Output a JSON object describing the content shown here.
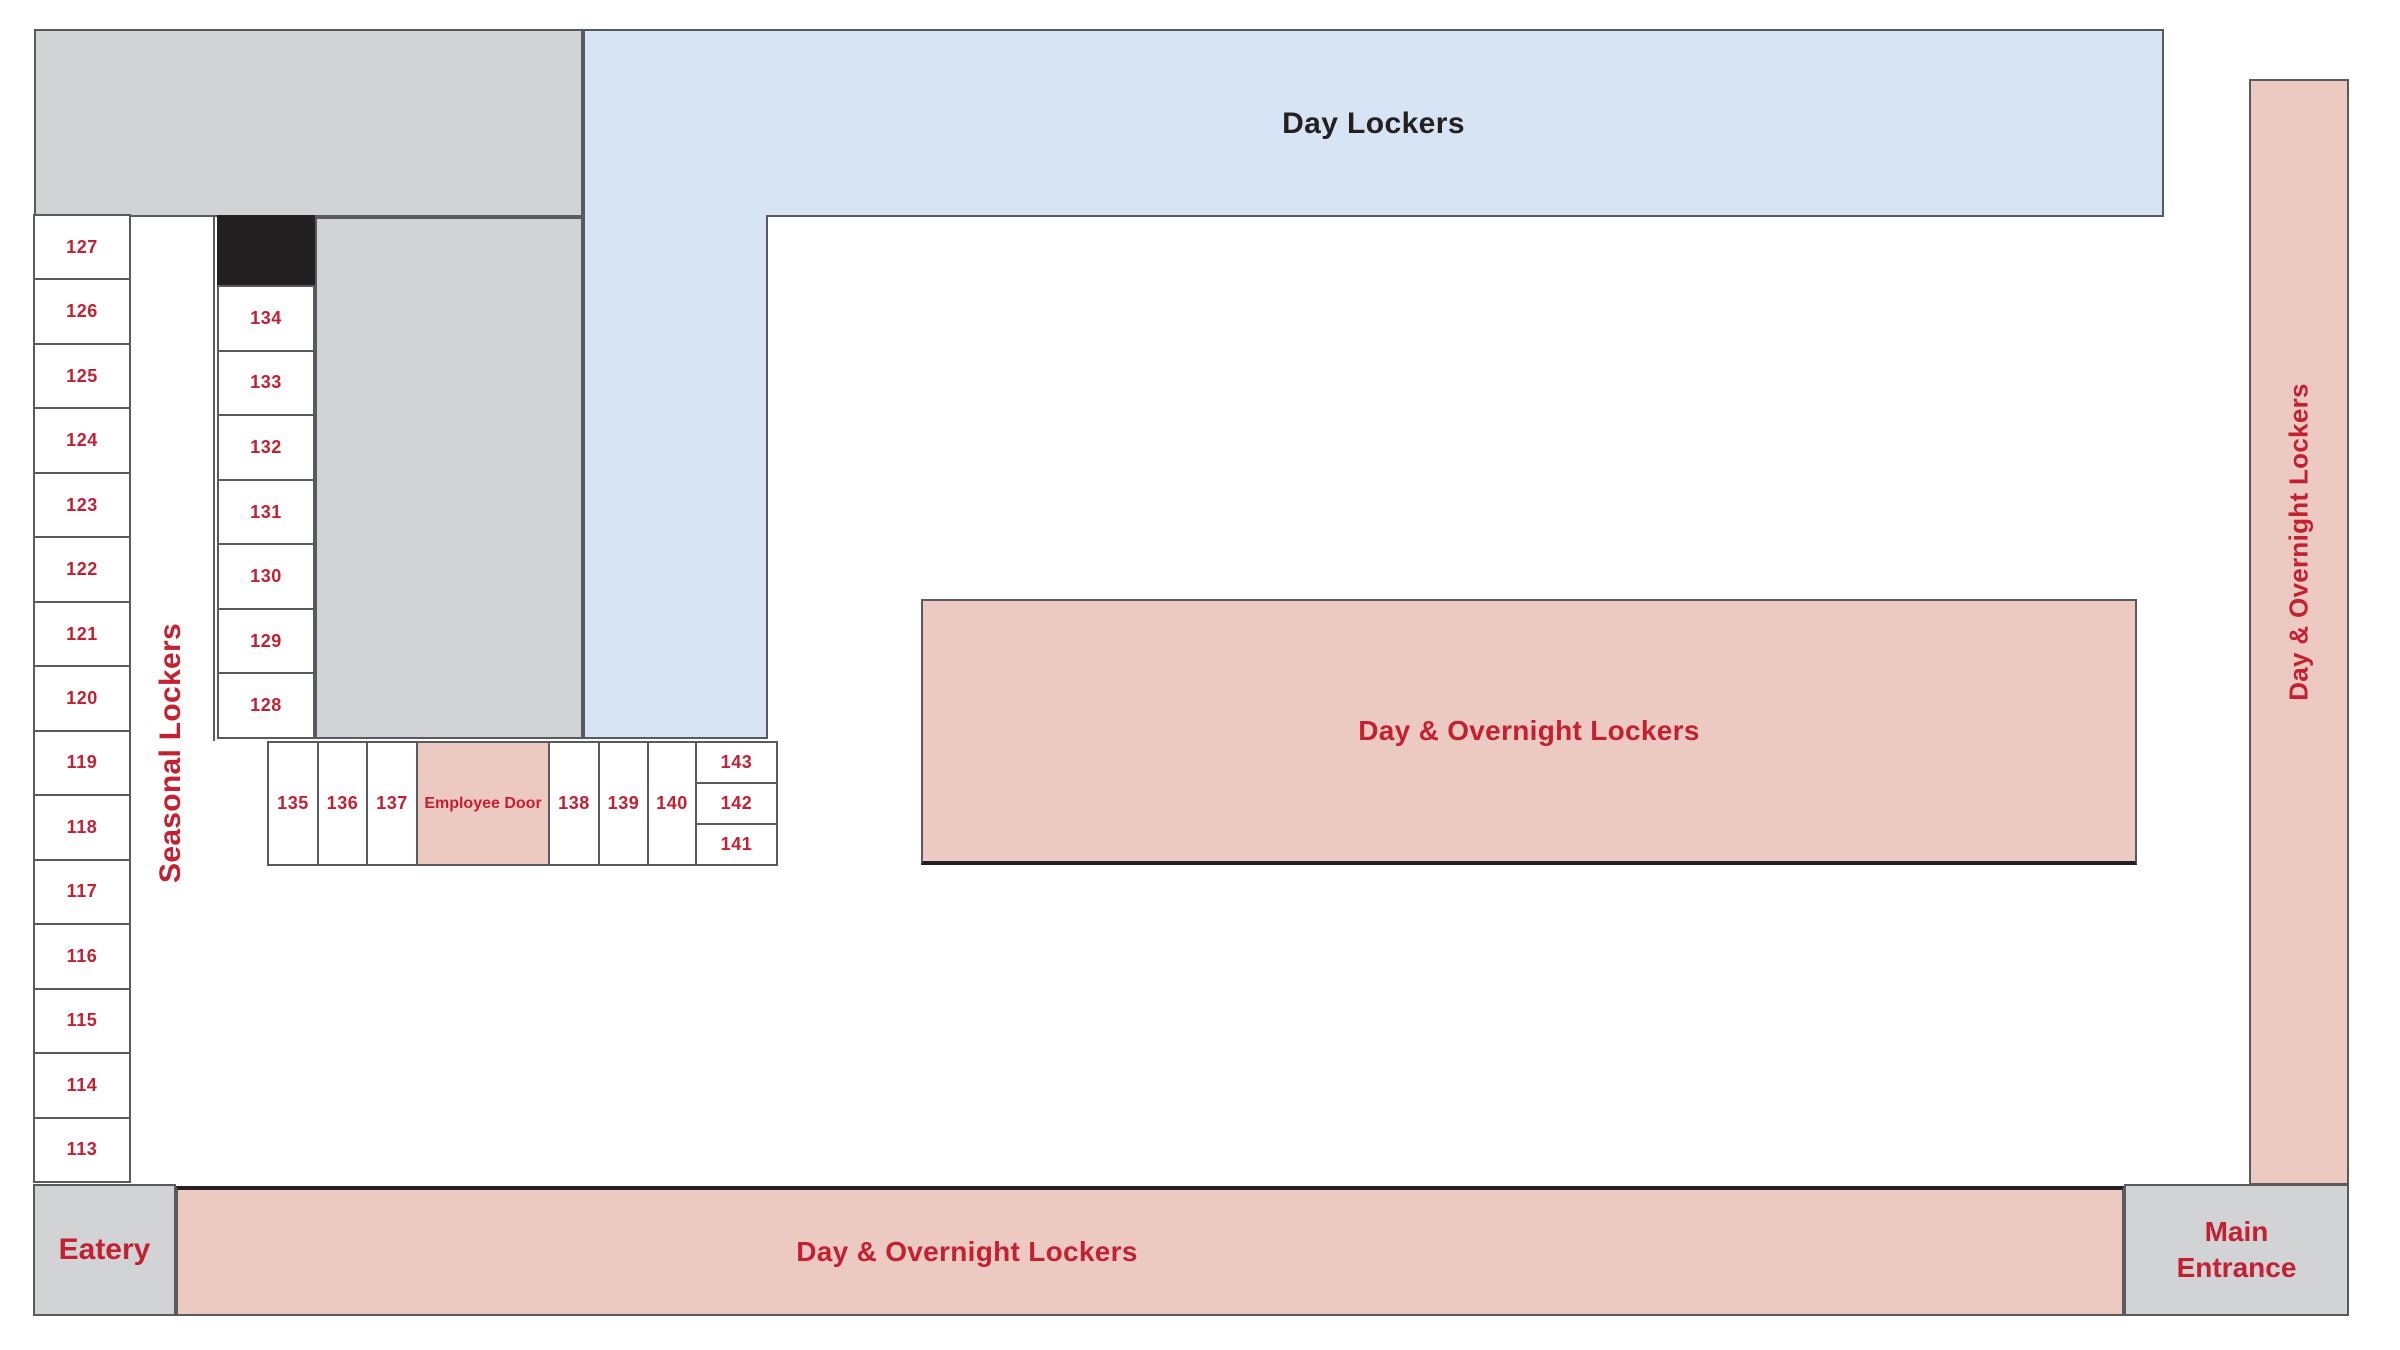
{
  "palette": {
    "gray": "#d1d3d4",
    "blue": "#d7e4f3",
    "pink": "#eccac2",
    "red": "#c32032",
    "dark": "#232021",
    "border": "#595a5e",
    "white": "#ffffff"
  },
  "areas": {
    "day_lockers": {
      "label": "Day Lockers"
    },
    "seasonal": {
      "label": "Seasonal Lockers"
    },
    "central": {
      "label": "Day & Overnight Lockers"
    },
    "right_wing": {
      "label": "Day & Overnight Lockers"
    },
    "bottom_wing": {
      "label": "Day & Overnight Lockers"
    },
    "eatery": {
      "label": "Eatery"
    },
    "main_entrance": {
      "label": "Main Entrance"
    },
    "employee_door": {
      "label": "Employee Door"
    }
  },
  "rooms": {
    "left_column": [
      "127",
      "126",
      "125",
      "124",
      "123",
      "122",
      "121",
      "120",
      "119",
      "118",
      "117",
      "116",
      "115",
      "114",
      "113"
    ],
    "middle_column": [
      "134",
      "133",
      "132",
      "131",
      "130",
      "129",
      "128"
    ],
    "bottom_row_left": [
      "135",
      "136",
      "137"
    ],
    "bottom_row_right": [
      "138",
      "139",
      "140"
    ],
    "bottom_stack": [
      "143",
      "142",
      "141"
    ]
  }
}
